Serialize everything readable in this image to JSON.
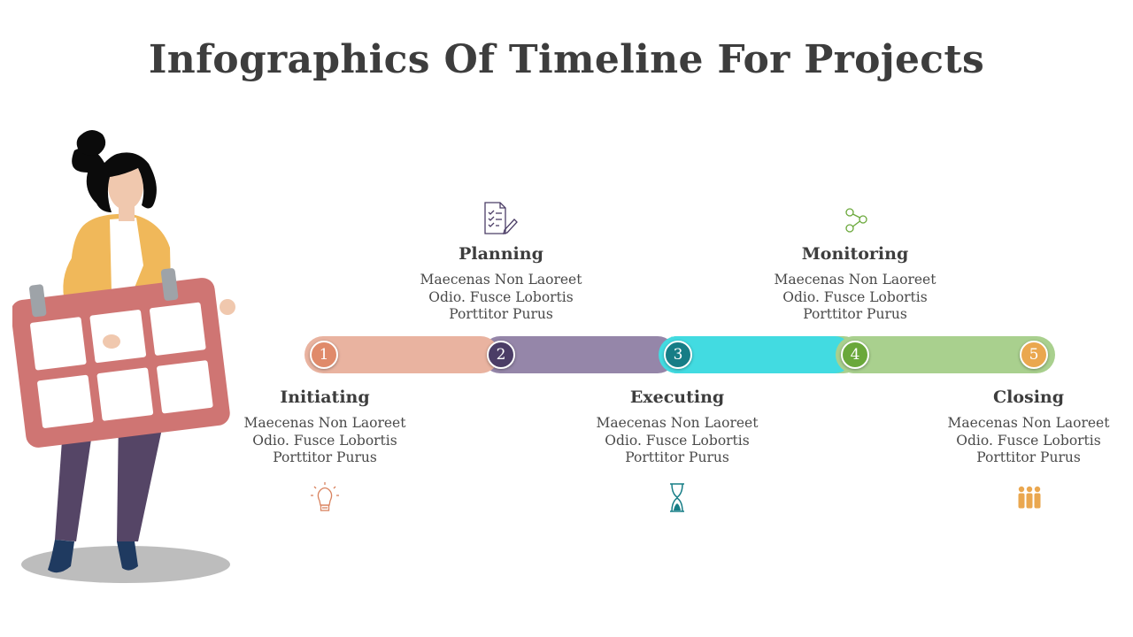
{
  "title": "Infographics Of Timeline For Projects",
  "colors": {
    "seg1": "#e9b3a0",
    "seg2": "#9586a9",
    "seg3": "#42dbe1",
    "seg4": "#a9d08e",
    "seg5": "#a9d08e",
    "circle1": "#e08a6a",
    "circle2": "#4b3d66",
    "circle3": "#167d86",
    "circle4": "#6aa83a",
    "circle5": "#eaa74f"
  },
  "steps": [
    {
      "number": "1",
      "title": "Initiating",
      "desc": [
        "Maecenas Non Laoreet",
        "Odio. Fusce Lobortis",
        "Porttitor Purus"
      ],
      "icon": "lightbulb-icon"
    },
    {
      "number": "2",
      "title": "Planning",
      "desc": [
        "Maecenas Non Laoreet",
        "Odio. Fusce Lobortis",
        "Porttitor Purus"
      ],
      "icon": "checklist-icon"
    },
    {
      "number": "3",
      "title": "Executing",
      "desc": [
        "Maecenas Non Laoreet",
        "Odio. Fusce Lobortis",
        "Porttitor Purus"
      ],
      "icon": "hourglass-icon"
    },
    {
      "number": "4",
      "title": "Monitoring",
      "desc": [
        "Maecenas Non Laoreet",
        "Odio. Fusce Lobortis",
        "Porttitor Purus"
      ],
      "icon": "share-nodes-icon"
    },
    {
      "number": "5",
      "title": "Closing",
      "desc": [
        "Maecenas Non Laoreet",
        "Odio. Fusce Lobortis",
        "Porttitor Purus"
      ],
      "icon": "team-icon"
    }
  ]
}
